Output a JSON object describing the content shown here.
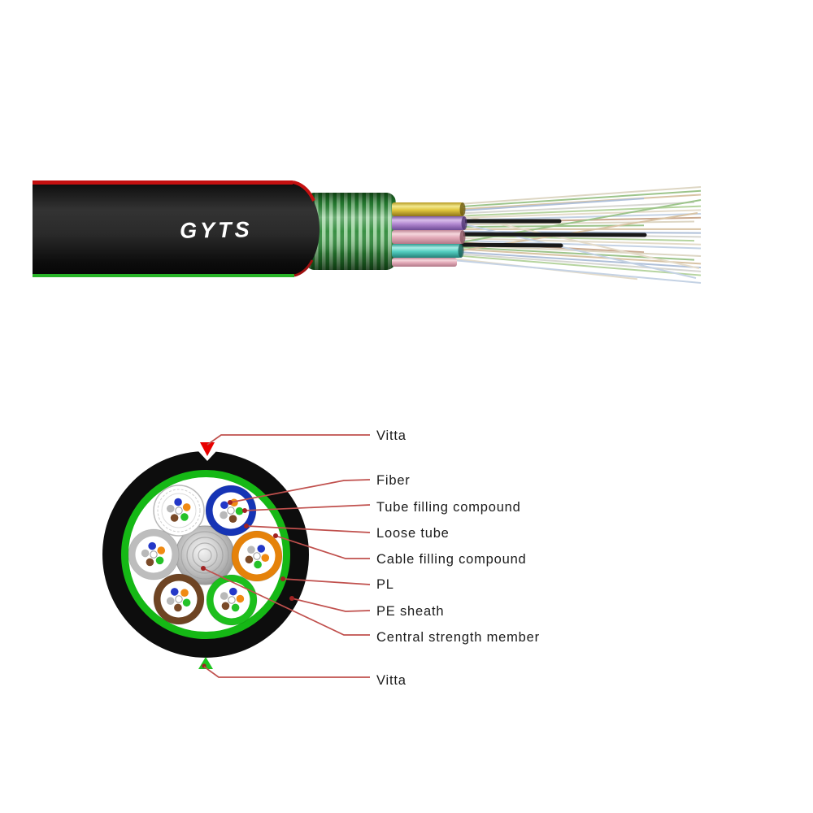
{
  "cable": {
    "print_label": "GYTS"
  },
  "callouts": {
    "vitta_top": "Vitta",
    "fiber": "Fiber",
    "tube_filling": "Tube filling compound",
    "loose_tube": "Loose tube",
    "cable_filling": "Cable filling compound",
    "pl": "PL",
    "pe_sheath": "PE sheath",
    "central_strength": "Central strength member",
    "vitta_bottom": "Vitta"
  },
  "colors": {
    "sheath_black": "#0d0d0d",
    "stripe_red": "#c41010",
    "stripe_green": "#28b428",
    "armor_green": "#3a9a44",
    "inner_ring_green": "#15b815",
    "leader_red": "#c0504d",
    "leader_dot_red": "#a12222",
    "marker_red": "#e80000",
    "marker_green": "#1ec51e",
    "tube_blue": "#1634b5",
    "tube_orange": "#e5820a",
    "tube_brown": "#6e4423",
    "tube_green": "#1dbf1d",
    "tube_gray": "#bdbdbd",
    "steel_gray": "#b0b0b0"
  }
}
